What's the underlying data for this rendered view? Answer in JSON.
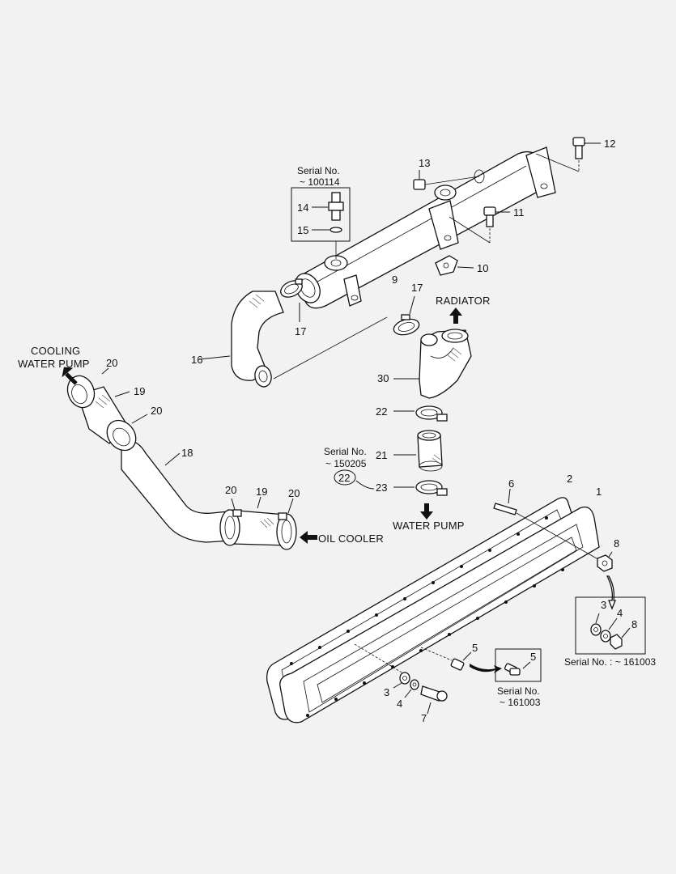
{
  "callouts": {
    "c1": "1",
    "c2": "2",
    "c3a": "3",
    "c3b": "3",
    "c4a": "4",
    "c4b": "4",
    "c5a": "5",
    "c5b": "5",
    "c6": "6",
    "c7": "7",
    "c8a": "8",
    "c8b": "8",
    "c9": "9",
    "c10": "10",
    "c11": "11",
    "c12": "12",
    "c13": "13",
    "c14": "14",
    "c15": "15",
    "c16": "16",
    "c17a": "17",
    "c17b": "17",
    "c18": "18",
    "c19a": "19",
    "c19b": "19",
    "c20a": "20",
    "c20b": "20",
    "c20c": "20",
    "c20d": "20",
    "c21": "21",
    "c22": "22",
    "c22circ": "22",
    "c23": "23",
    "c30": "30"
  },
  "notes": {
    "serial_top_label": "Serial No.",
    "serial_top_value": "~ 100114",
    "serial_mid_label": "Serial No.",
    "serial_mid_value": "~ 150205",
    "serial_bot_label": "Serial No.",
    "serial_bot_value": "~ 161003",
    "serial_right": "Serial No. : ~ 161003"
  },
  "labels": {
    "radiator": "RADIATOR",
    "cooling_line1": "COOLING",
    "cooling_line2": "WATER PUMP",
    "oil_cooler": "OIL COOLER",
    "water_pump": "WATER PUMP"
  }
}
